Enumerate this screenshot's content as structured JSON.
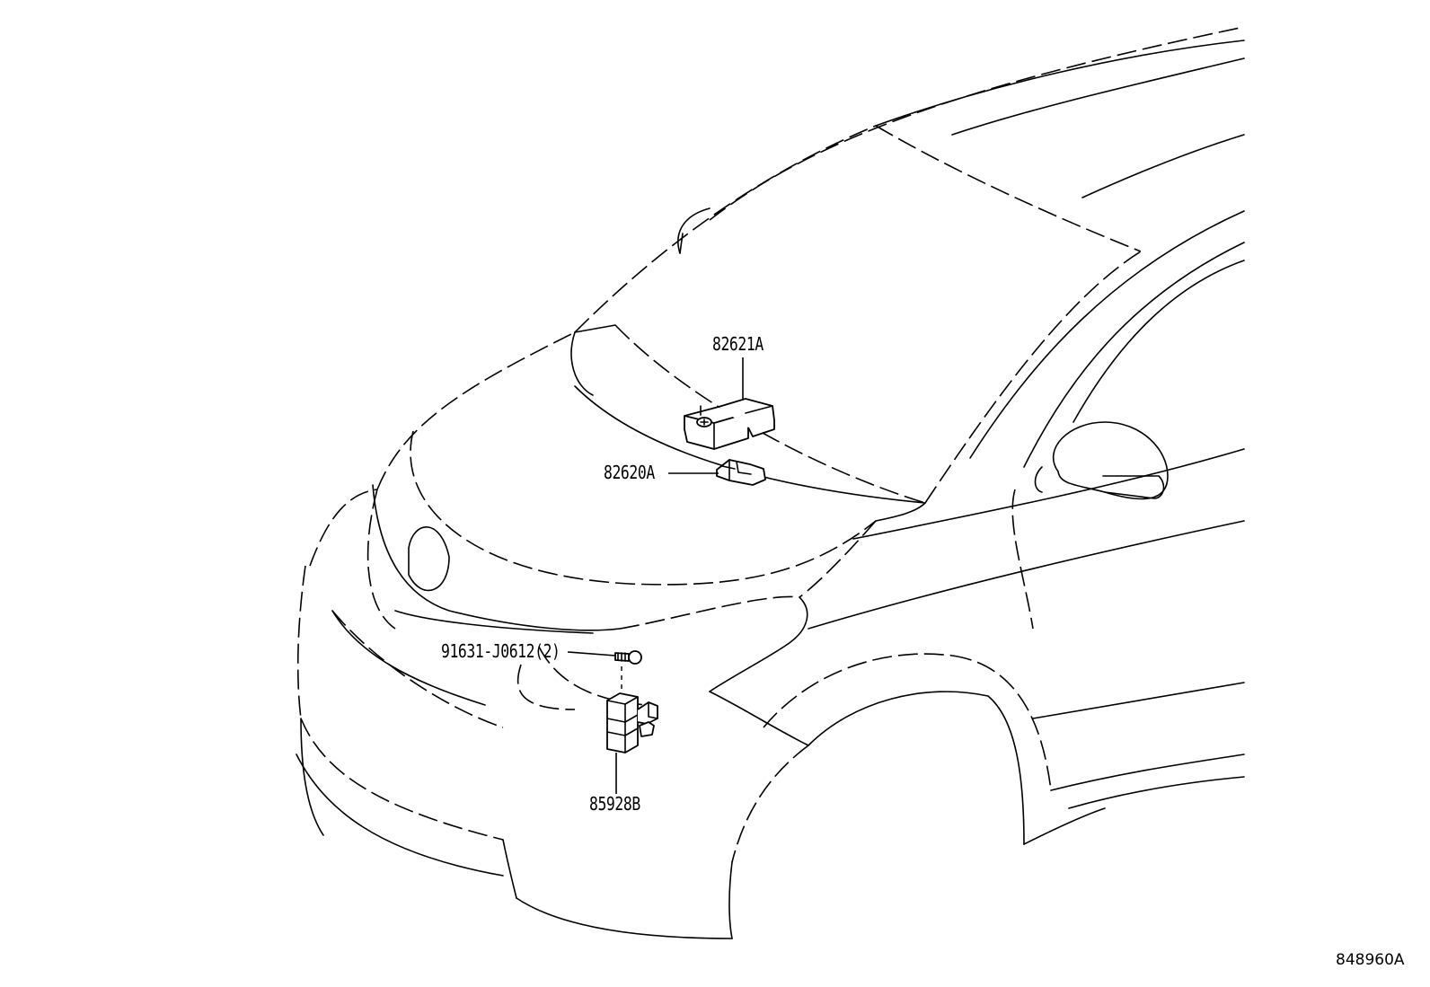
{
  "callouts": {
    "sensor": "82621A",
    "bracket": "82620A",
    "bolt": "91631-J0612(2)",
    "module": "85928B"
  },
  "reference_id": "848960A"
}
